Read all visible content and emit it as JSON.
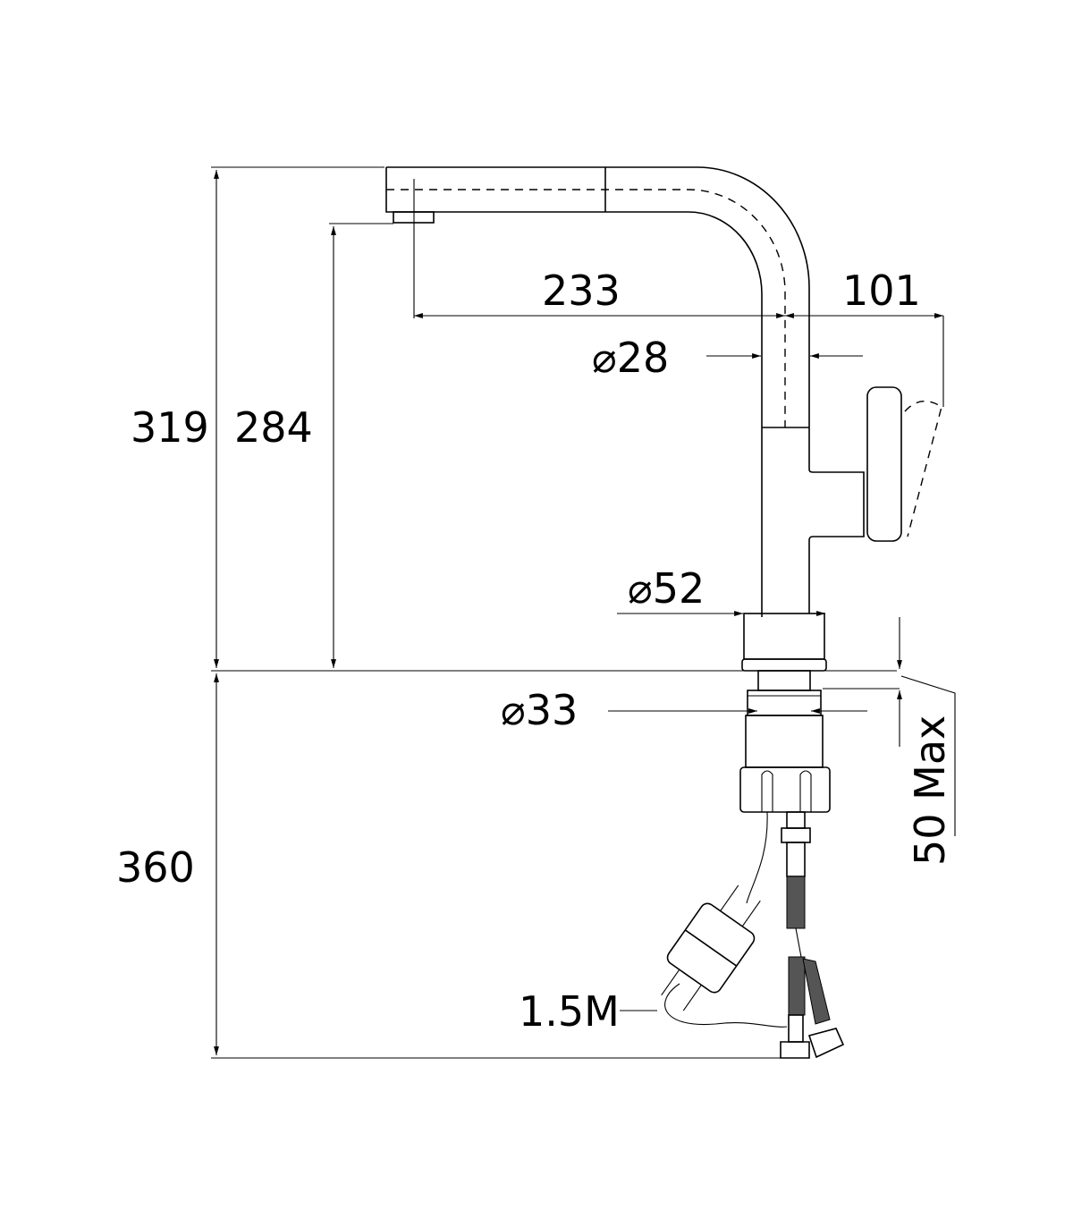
{
  "title": "Faucet dimension drawing",
  "dimensions": {
    "total_height": "319",
    "spout_height": "284",
    "spout_reach": "233",
    "handle_offset": "101",
    "spout_diameter": "⌀28",
    "base_diameter": "⌀52",
    "shank_diameter": "⌀33",
    "below_counter": "360",
    "max_counter_thickness": "50 Max",
    "hose_length": "1.5M"
  }
}
